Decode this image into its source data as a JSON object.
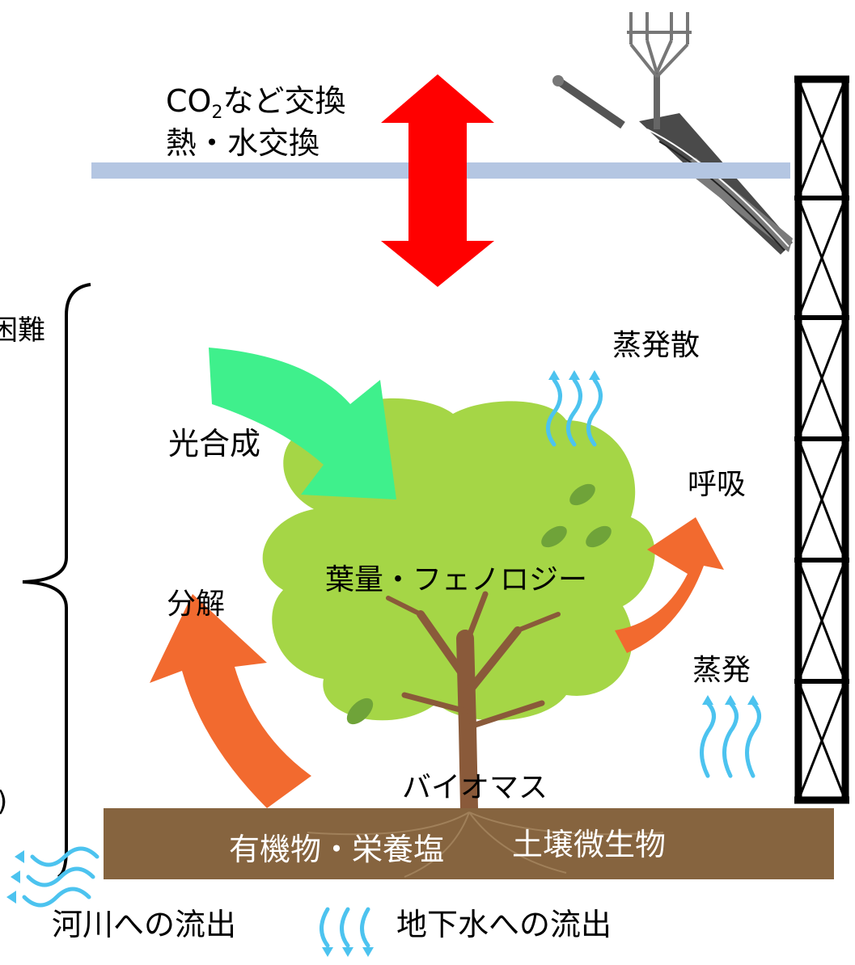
{
  "labels": {
    "exchange_gas_prefix": "CO",
    "exchange_gas_sub": "2",
    "exchange_gas_suffix": "など交換",
    "exchange_heat_water": "熱・水交換",
    "left_cut_top": "困難",
    "left_cut_bottom": ")",
    "photosynthesis": "光合成",
    "evapotranspiration": "蒸発散",
    "respiration": "呼吸",
    "decomposition": "分解",
    "leaf_phenology": "葉量・フェノロジー",
    "evaporation": "蒸発",
    "biomass": "バイオマス",
    "organic_nutrients": "有機物・栄養塩",
    "soil_microbes": "土壌微生物",
    "river_outflow": "河川への流出",
    "groundwater_outflow": "地下水への流出"
  },
  "colors": {
    "exchange_arrow": "#ff0000",
    "canopy_line": "#b4c6e2",
    "photosynthesis_arrow": "#3ff08c",
    "carbon_flux_arrow": "#f26a2f",
    "tree_foliage": "#a5d646",
    "leaf": "#6fa339",
    "trunk": "#8a5a3a",
    "soil": "#86643f",
    "water_wave": "#4cc3ef",
    "tower": "#000000"
  }
}
